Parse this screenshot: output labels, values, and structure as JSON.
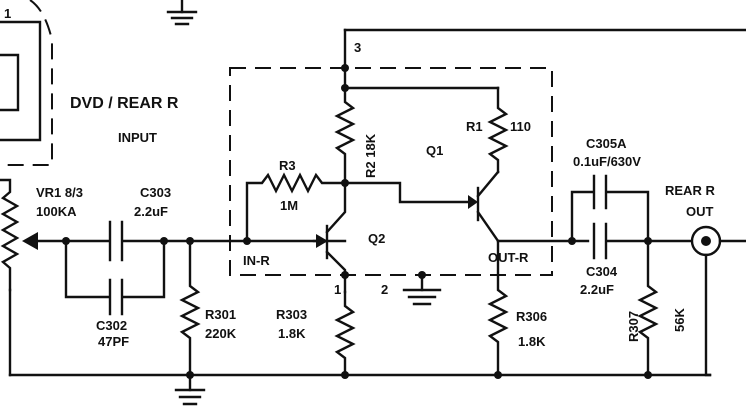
{
  "block": {
    "title": "DVD / REAR R",
    "subtitle": "INPUT"
  },
  "labels": {
    "vr1_ref": "VR1 8/3",
    "vr1_val": "100KA",
    "c303_ref": "C303",
    "c303_val": "2.2uF",
    "c302_ref": "C302",
    "c302_val": "47PF",
    "r301_ref": "R301",
    "r301_val": "220K",
    "r303_ref": "R303",
    "r303_val": "1.8K",
    "r3_ref": "R3",
    "r3_val": "1M",
    "r2_label": "R2 18K",
    "r1_ref": "R1",
    "r1_val": "110",
    "q1_ref": "Q1",
    "q2_ref": "Q2",
    "in_r": "IN-R",
    "out_r": "OUT-R",
    "pin1": "1",
    "pin2": "2",
    "pin3": "3",
    "pin_top": "1",
    "c305a_ref": "C305A",
    "c305a_val": "0.1uF/630V",
    "c304_ref": "C304",
    "c304_val": "2.2uF",
    "r306_ref": "R306",
    "r306_val": "1.8K",
    "r307_ref": "R307",
    "r307_val": "56K",
    "rear_r": "REAR  R",
    "out": "OUT"
  }
}
